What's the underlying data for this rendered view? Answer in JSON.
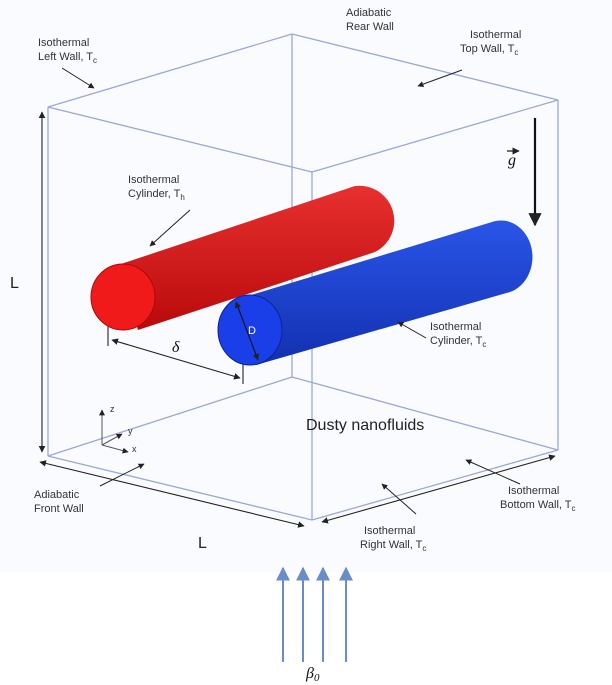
{
  "labels": {
    "rear_wall": [
      "Adiabatic",
      "Rear Wall"
    ],
    "left_wall": [
      "Isothermal",
      "Left Wall, T",
      "c"
    ],
    "top_wall": [
      "Isothermal",
      "Top Wall, T",
      "c"
    ],
    "hot_cylinder": [
      "Isothermal",
      "Cylinder, T",
      "h"
    ],
    "cold_cylinder": [
      "Isothermal",
      "Cylinder, T",
      "c"
    ],
    "front_wall": [
      "Adiabatic",
      "Front Wall"
    ],
    "right_wall": [
      "Isothermal",
      "Right Wall, T",
      "c"
    ],
    "bottom_wall": [
      "Isothermal",
      "Bottom Wall, T",
      "c"
    ],
    "fluid": "Dusty nanofluids",
    "side_length_vertical": "L",
    "side_length_horizontal": "L",
    "diameter": "D",
    "spacing": "δ",
    "gravity": "g",
    "beta": "β",
    "beta_sub": "0",
    "axis_z": "z",
    "axis_y": "y",
    "axis_x": "x"
  },
  "colors": {
    "hot_cylinder": "#e01010",
    "cold_cylinder": "#1a3fd6",
    "box_edges": "#9aa8d8",
    "field_arrows": "#6a8cc8"
  }
}
